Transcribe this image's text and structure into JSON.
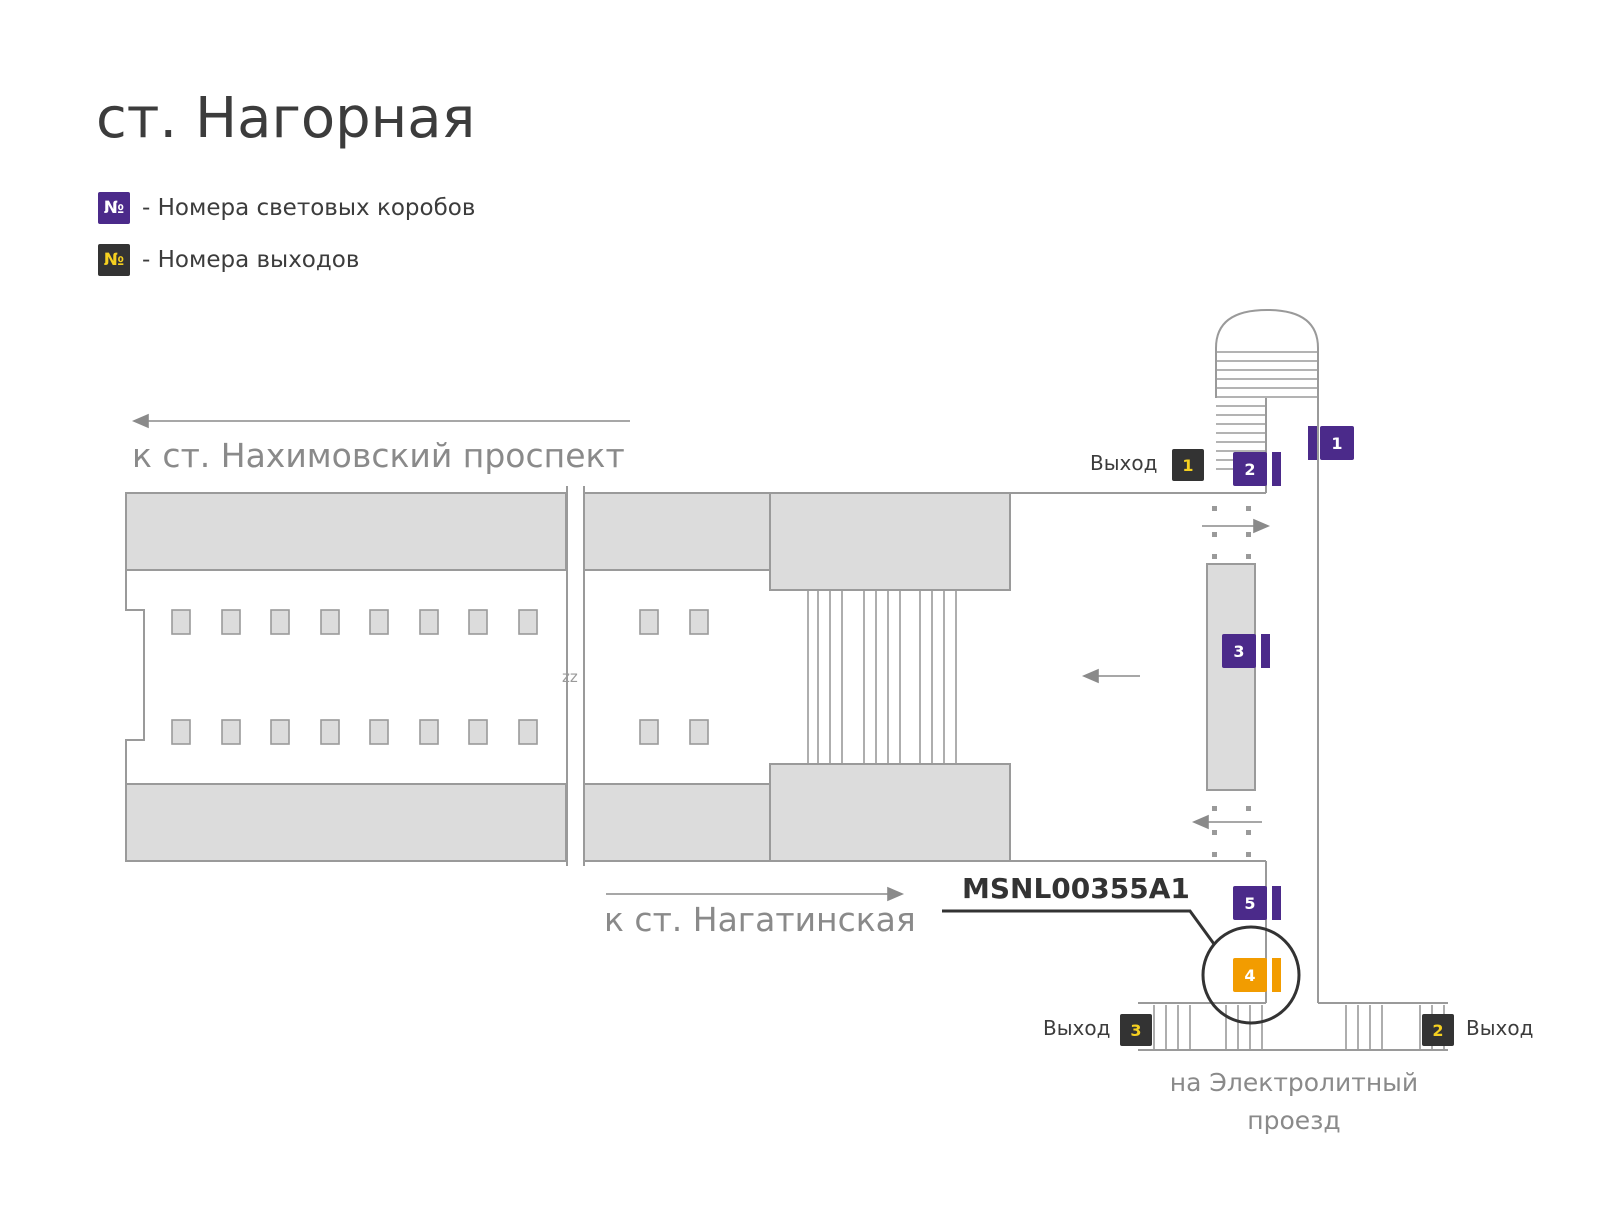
{
  "station": {
    "title": "ст. Нагорная"
  },
  "legend": {
    "lightbox": {
      "symbol": "№",
      "text": "- Номера световых коробов",
      "color": "#4b2a8a"
    },
    "exit": {
      "symbol": "№",
      "text": "- Номера выходов",
      "color": "#333333",
      "symbol_color": "#f5d020"
    }
  },
  "directions": {
    "top": "к ст. Нахимовский проспект",
    "bottom": "к ст. Нагатинская"
  },
  "exits": [
    {
      "number": "1",
      "label": "Выход"
    },
    {
      "number": "2",
      "label": "Выход"
    },
    {
      "number": "3",
      "label": "Выход"
    }
  ],
  "lightboxes": [
    "1",
    "2",
    "3",
    "5"
  ],
  "highlight": {
    "number": "4",
    "code": "MSNL00355A1",
    "color": "#f29c00"
  },
  "destination": {
    "line1": "на Электролитный",
    "line2": "проезд"
  },
  "colors": {
    "block": "#dcdcdc",
    "stroke": "#9a9a9a",
    "arrow": "#8a8a8a",
    "accent": "#4b2a8a"
  }
}
